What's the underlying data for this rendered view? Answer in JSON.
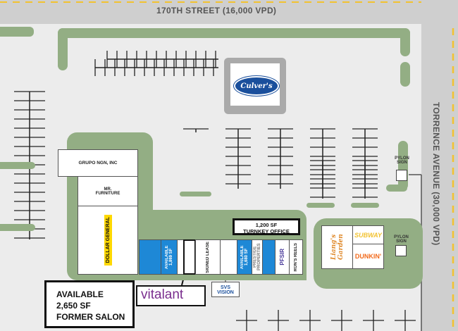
{
  "roads": {
    "top": "170TH STREET (16,000 VPD)",
    "right": "TORRENCE AVENUE (30,000 VPD)"
  },
  "colors": {
    "green": "#93ae84",
    "unit_blue": "#1e88d6",
    "road": "#cfcfcf",
    "dash": "#f2c230"
  },
  "tenants": {
    "culvers": "Culver's",
    "grupo": "GRUPO NGN, INC",
    "mr_furniture": "MR. FURNITURE",
    "dollar_general": "DOLLAR GENERAL",
    "available_1": "AVAILABLE 1,869 SF",
    "signed_lease": "SIGNED LEASE",
    "available_2": "AVAILABLE 1,680 SF",
    "prestige": "PRESTIGE PROPERTIES",
    "pfsir": "PFSIR",
    "rons_reels": "RON'S REELS",
    "liangs": "Liang's Garden",
    "subway": "SUBWAY",
    "dunkin": "DUNKIN'",
    "vitalant": "vitalant",
    "svs": "SVS VISION"
  },
  "pylon_signs": [
    "PYLON SIGN",
    "PYLON SIGN"
  ],
  "callouts": {
    "turnkey": [
      "1,200 SF",
      "TURNKEY OFFICE"
    ],
    "salon": [
      "AVAILABLE",
      "2,650 SF",
      "FORMER SALON"
    ]
  }
}
